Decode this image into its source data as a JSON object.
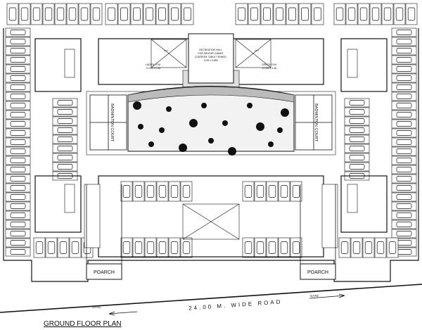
{
  "plan": {
    "title": "GROUND FLOOR PLAN",
    "road_label": "24.00 M. WIDE ROAD",
    "gate_left": "GATE",
    "gate_right": "GATE",
    "recreation_hall": [
      "RECREATION HALL",
      "FOR INDOOR GAMES",
      "(CARROM, TABLE TENNIS)",
      "8.35 x 9.850"
    ],
    "ladies_gym": [
      "LADIES GYM",
      "11.000 x 4.80"
    ],
    "gents_gym": [
      "GENTS GYM",
      "11.000 x 4.80"
    ],
    "badminton_left": "BADMINTON COURT",
    "badminton_right": "BADMINTON COURT",
    "poarch_left": "POARCH",
    "poarch_right": "POARCH",
    "lift": "LIFT"
  },
  "colors": {
    "line": "#111111",
    "hatch": "#888888",
    "background": "#ffffff"
  }
}
